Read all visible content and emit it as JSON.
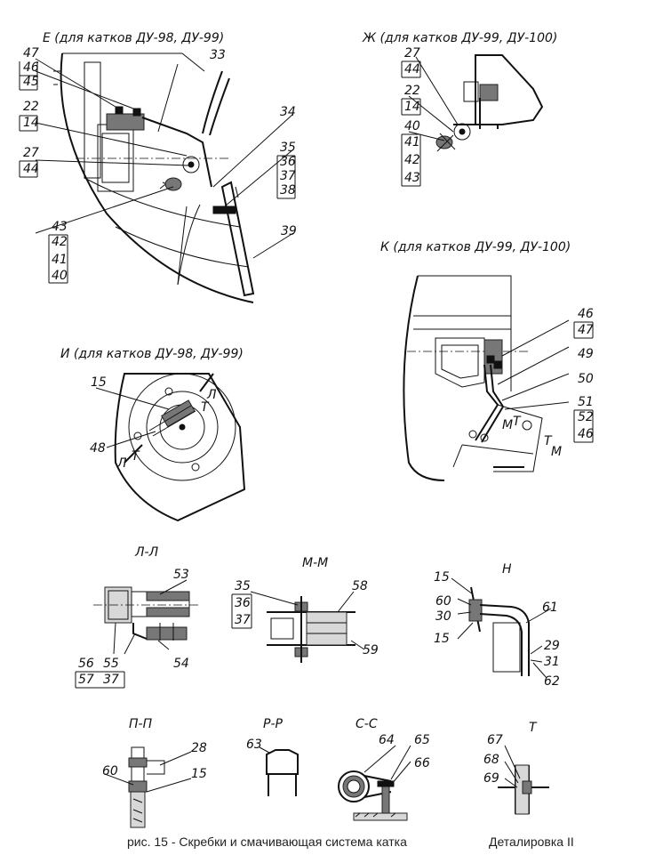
{
  "views": [
    {
      "id": "E",
      "title": "Е (для катков ДУ-98, ДУ-99)"
    },
    {
      "id": "ZH",
      "title": "Ж (для катков ДУ-99, ДУ-100)"
    },
    {
      "id": "I",
      "title": "И (для катков ДУ-98, ДУ-99)"
    },
    {
      "id": "K",
      "title": "К (для катков ДУ-99, ДУ-100)"
    },
    {
      "id": "L",
      "title": "Л-Л"
    },
    {
      "id": "M",
      "title": "М-М"
    },
    {
      "id": "N",
      "title": "Н"
    },
    {
      "id": "P",
      "title": "П-П"
    },
    {
      "id": "R",
      "title": "Р-Р"
    },
    {
      "id": "S",
      "title": "С-С"
    },
    {
      "id": "T",
      "title": "Т"
    }
  ],
  "labels": {
    "E": [
      "47",
      "46",
      "45",
      "33",
      "22",
      "14",
      "34",
      "27",
      "44",
      "35",
      "36",
      "37",
      "38",
      "43",
      "42",
      "41",
      "40",
      "39"
    ],
    "ZH": [
      "27",
      "44",
      "22",
      "14",
      "40",
      "41",
      "42",
      "43"
    ],
    "I": [
      "15",
      "48",
      "Л",
      "Т",
      "Л",
      "Т"
    ],
    "K": [
      "46",
      "47",
      "49",
      "50",
      "51",
      "52",
      "46",
      "М",
      "Т",
      "Т",
      "М"
    ],
    "L": [
      "53",
      "56",
      "57",
      "55",
      "37",
      "54"
    ],
    "M": [
      "35",
      "36",
      "37",
      "58",
      "59"
    ],
    "N": [
      "15",
      "60",
      "30",
      "15",
      "61",
      "29",
      "31",
      "62"
    ],
    "P": [
      "28",
      "60",
      "15"
    ],
    "R": [
      "63"
    ],
    "S": [
      "64",
      "65",
      "66"
    ],
    "T": [
      "67",
      "68",
      "69"
    ]
  },
  "caption": "рис. 15 - Скребки и смачивающая система катка",
  "caption_right": "Деталировка II"
}
